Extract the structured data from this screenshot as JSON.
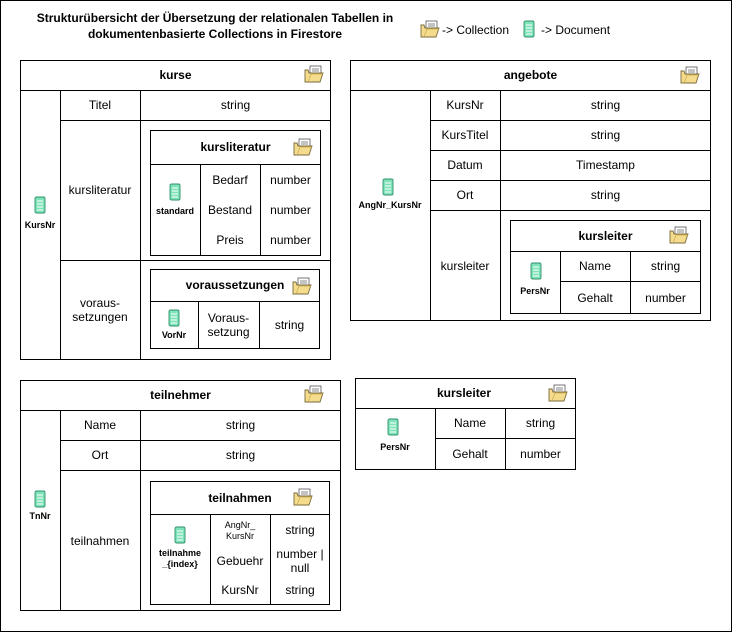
{
  "header": {
    "title_line1": "Strukturübersicht der Übersetzung der relationalen Tabellen in",
    "title_line2": "dokumentenbasierte Collections in Firestore",
    "legend_collection": "-> Collection",
    "legend_document": "-> Document"
  },
  "kurse": {
    "name": "kurse",
    "doc_key": "KursNr",
    "fields": [
      {
        "name": "Titel",
        "type": "string"
      },
      {
        "name": "kursliteratur"
      },
      {
        "name": "voraus-\nsetzungen"
      }
    ],
    "kursliteratur": {
      "name": "kursliteratur",
      "doc_key": "standard",
      "fields": [
        {
          "name": "Bedarf",
          "type": "number"
        },
        {
          "name": "Bestand",
          "type": "number"
        },
        {
          "name": "Preis",
          "type": "number"
        }
      ]
    },
    "voraussetzungen": {
      "name": "voraussetzungen",
      "doc_key": "VorNr",
      "fields": [
        {
          "name": "Voraus-\nsetzung",
          "type": "string"
        }
      ]
    }
  },
  "angebote": {
    "name": "angebote",
    "doc_key": "AngNr_KursNr",
    "fields": [
      {
        "name": "KursNr",
        "type": "string"
      },
      {
        "name": "KursTitel",
        "type": "string"
      },
      {
        "name": "Datum",
        "type": "Timestamp"
      },
      {
        "name": "Ort",
        "type": "string"
      },
      {
        "name": "kursleiter"
      }
    ],
    "kursleiter": {
      "name": "kursleiter",
      "doc_key": "PersNr",
      "fields": [
        {
          "name": "Name",
          "type": "string"
        },
        {
          "name": "Gehalt",
          "type": "number"
        }
      ]
    }
  },
  "teilnehmer": {
    "name": "teilnehmer",
    "doc_key": "TnNr",
    "fields": [
      {
        "name": "Name",
        "type": "string"
      },
      {
        "name": "Ort",
        "type": "string"
      },
      {
        "name": "teilnahmen"
      }
    ],
    "teilnahmen": {
      "name": "teilnahmen",
      "doc_key": "teilnahme\n_{index}",
      "fields": [
        {
          "name": "AngNr_\nKursNr",
          "type": "string"
        },
        {
          "name": "Gebuehr",
          "type": "number |\nnull"
        },
        {
          "name": "KursNr",
          "type": "string"
        }
      ]
    }
  },
  "kursleiter_top": {
    "name": "kursleiter",
    "doc_key": "PersNr",
    "fields": [
      {
        "name": "Name",
        "type": "string"
      },
      {
        "name": "Gehalt",
        "type": "number"
      }
    ]
  },
  "icons": {
    "collection": "folder-icon",
    "document": "document-icon"
  },
  "colors": {
    "folder_fill": "#f4dc8c",
    "folder_stroke": "#7a6a3a",
    "doc_fill": "#7fe3b9",
    "doc_stroke": "#2f8f6a"
  }
}
